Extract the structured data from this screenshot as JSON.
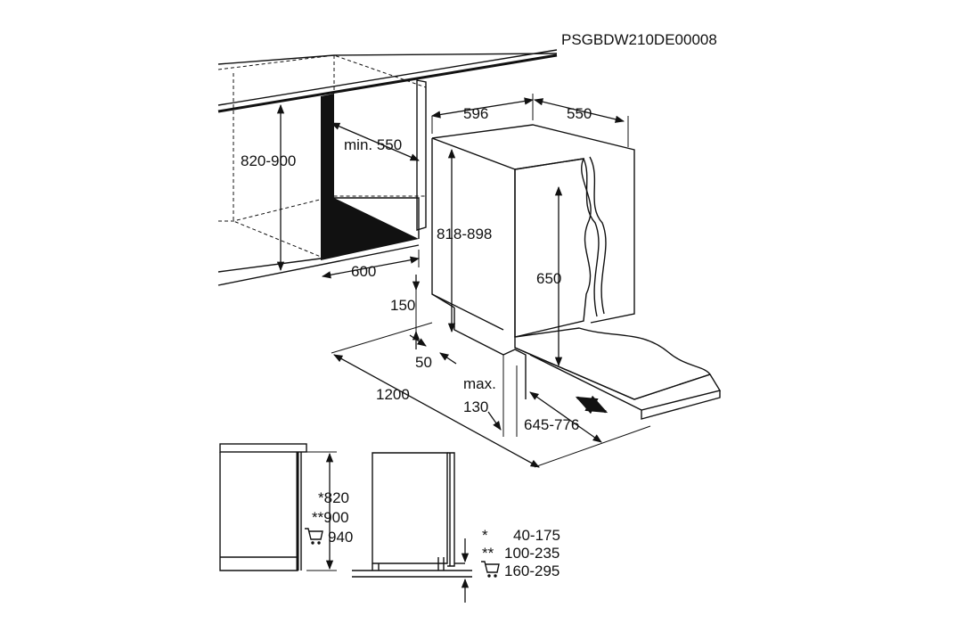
{
  "drawing_code": "PSGBDW210DE00008",
  "top_view": {
    "niche_height": "820-900",
    "niche_depth_min": "min. 550",
    "niche_width": "600",
    "appliance_height": "818-898",
    "appliance_width": "596",
    "appliance_depth": "550",
    "door_height": "650",
    "plinth_height": "150",
    "plinth_offset": "50",
    "door_swing_space": "1200",
    "max_label": "max.",
    "max_value": "130",
    "door_travel": "645-776"
  },
  "side_views": {
    "height_1": "*820",
    "height_2": "**900",
    "height_3": "940",
    "plinth_legend": [
      {
        "mark": "*",
        "value": "40-175"
      },
      {
        "mark": "**",
        "value": "100-235"
      },
      {
        "mark": "cart",
        "value": "160-295"
      }
    ]
  },
  "colors": {
    "ink": "#111111",
    "background": "#ffffff"
  }
}
